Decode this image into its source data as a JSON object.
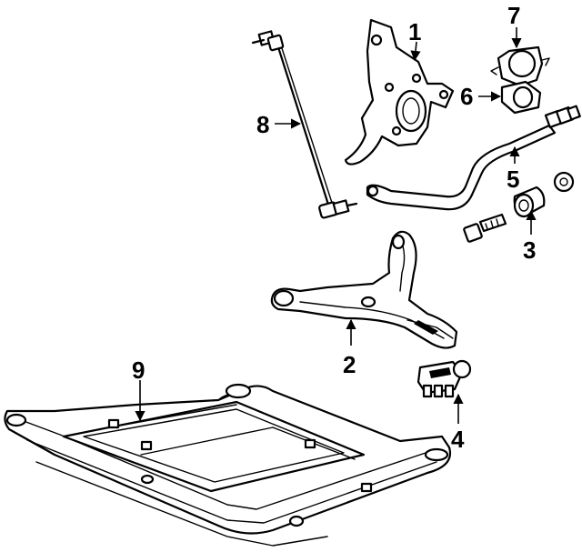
{
  "diagram": {
    "callouts": [
      {
        "id": "1",
        "label": "1"
      },
      {
        "id": "2",
        "label": "2"
      },
      {
        "id": "3",
        "label": "3"
      },
      {
        "id": "4",
        "label": "4"
      },
      {
        "id": "5",
        "label": "5"
      },
      {
        "id": "6",
        "label": "6"
      },
      {
        "id": "7",
        "label": "7"
      },
      {
        "id": "8",
        "label": "8"
      },
      {
        "id": "9",
        "label": "9"
      }
    ]
  },
  "colors": {
    "line": "#000000",
    "background": "#ffffff"
  }
}
